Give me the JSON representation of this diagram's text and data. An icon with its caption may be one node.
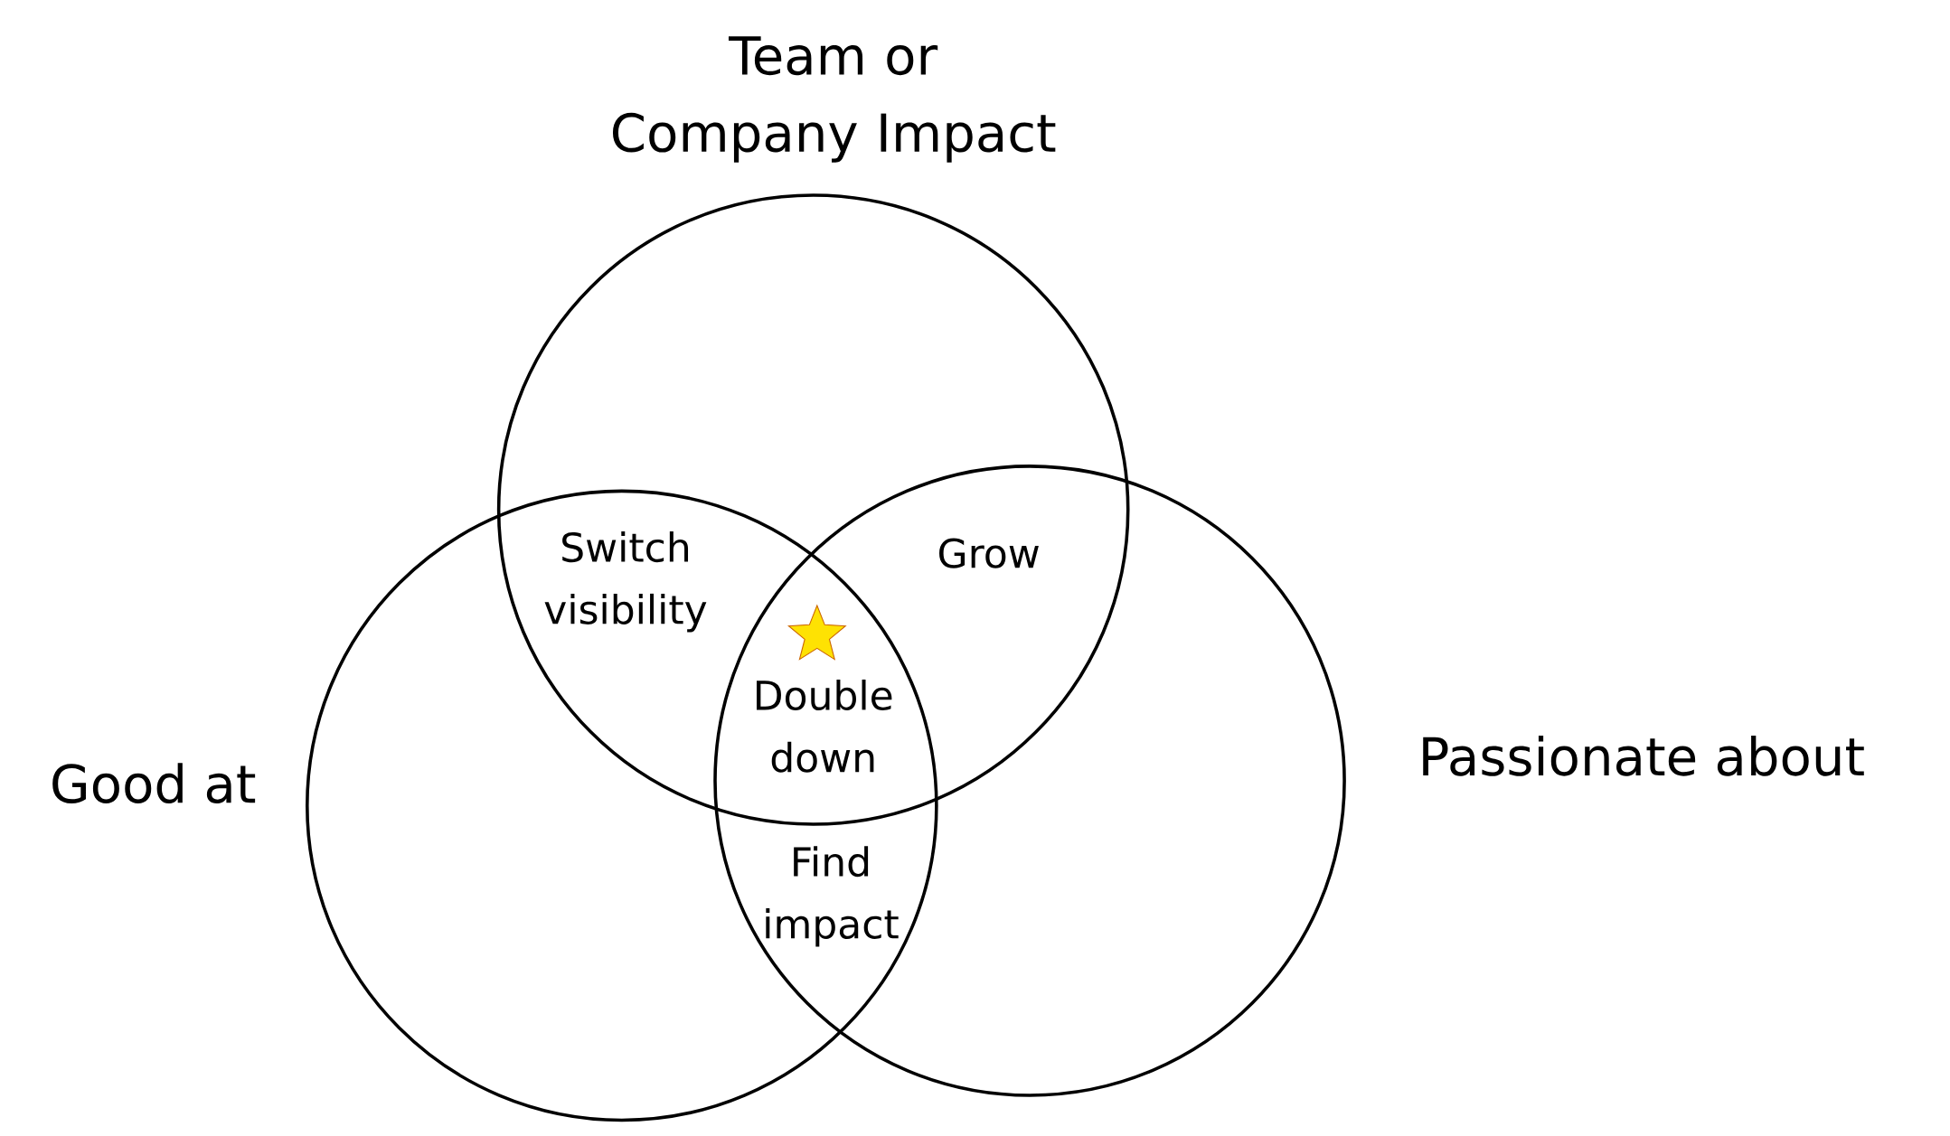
{
  "diagram": {
    "nodes": [
      {
        "text": [
          "Team or Company Impact"
        ]
      },
      {
        "text": [
          "Good at"
        ]
      },
      {
        "text": [
          "Passionate about"
        ]
      }
    ],
    "labels": [
      "Switch visibility",
      "Grow",
      "Double down",
      "Find impact"
    ]
  }
}
